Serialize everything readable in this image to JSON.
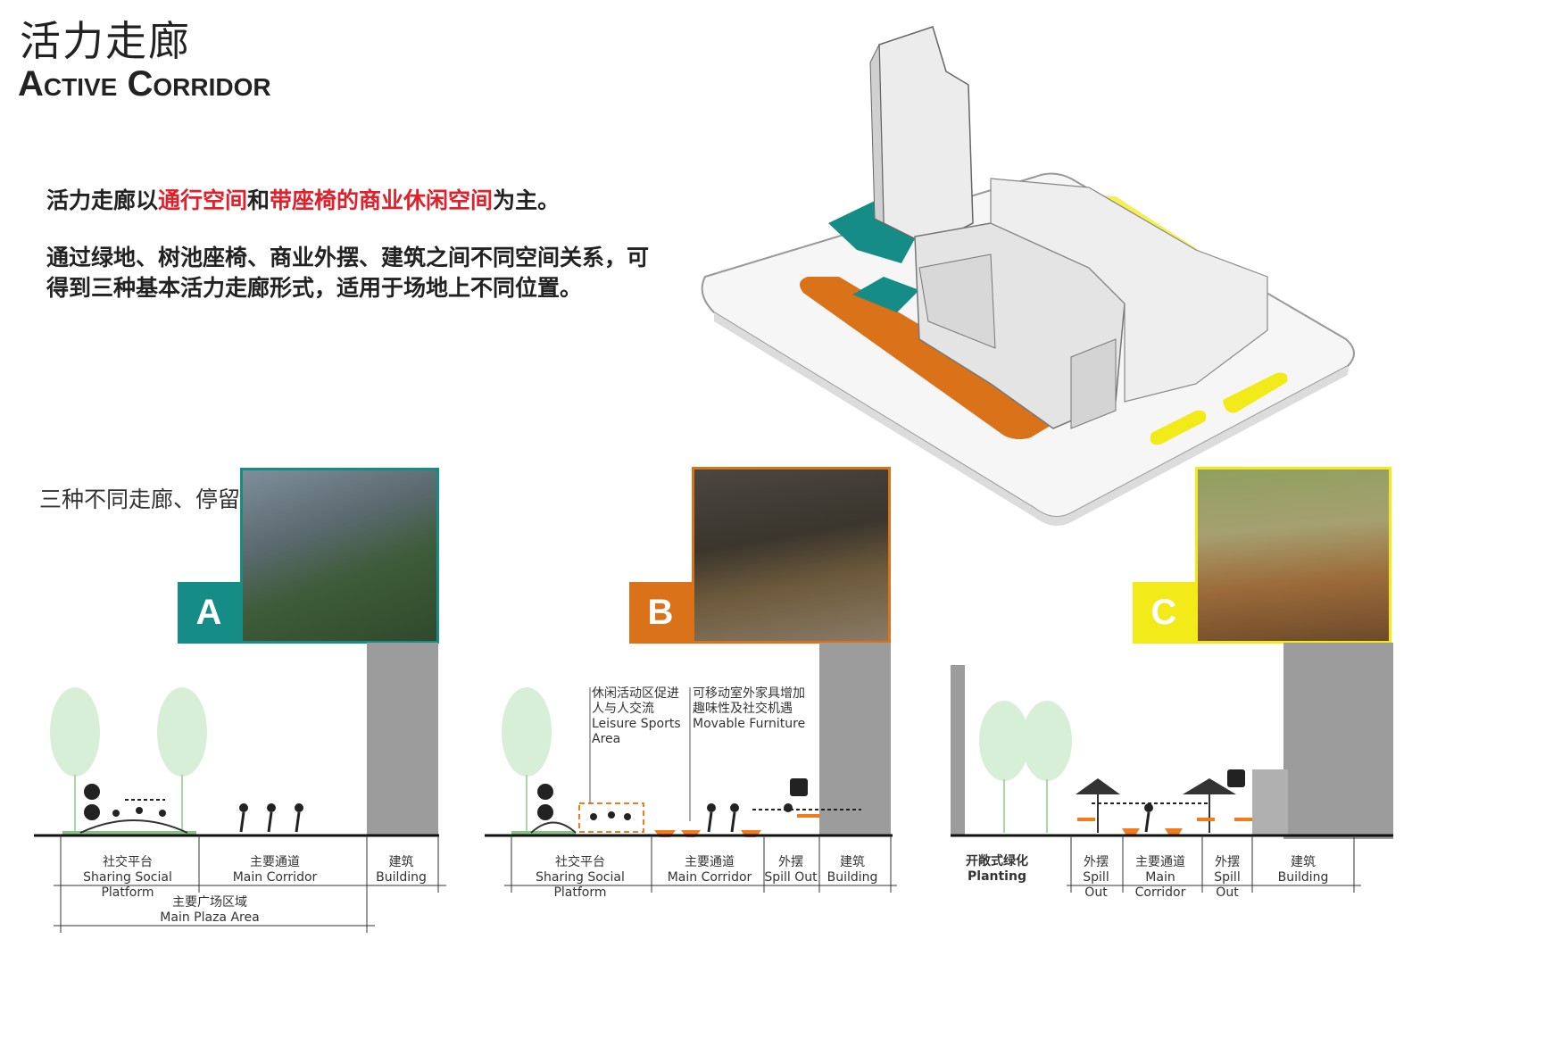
{
  "header": {
    "title_zh": "活力走廊",
    "title_en": "Active Corridor"
  },
  "intro": {
    "p1_a": "活力走廊以",
    "p1_hl1": "通行空间",
    "p1_b": "和",
    "p1_hl2": "带座椅的商业休闲空间",
    "p1_c": "为主。",
    "p2_line1": "通过绿地、树池座椅、商业外摆、建筑之间不同空间关系，可",
    "p2_line2": "得到三种基本活力走廊形式，适用于场地上不同位置。"
  },
  "subheading": "三种不同走廊、停留空间与建筑关系",
  "colors": {
    "teal": "#168c87",
    "orange": "#d97218",
    "yellow": "#f3ea1a",
    "tree": "#d6efd6",
    "building": "#9c9c9c",
    "accent_orange": "#f07c1a"
  },
  "sections": [
    {
      "badge": "A",
      "labels": [
        {
          "zh": "社交平台",
          "en": "Sharing Social Platform"
        },
        {
          "zh": "主要通道",
          "en": "Main Corridor"
        },
        {
          "zh": "建筑",
          "en": "Building"
        }
      ],
      "plaza": {
        "zh": "主要广场区域",
        "en": "Main Plaza Area"
      }
    },
    {
      "badge": "B",
      "annotations": [
        {
          "zh1": "休闲活动区促进",
          "zh2": "人与人交流",
          "en": "Leisure Sports Area"
        },
        {
          "zh1": "可移动室外家具增加",
          "zh2": "趣味性及社交机遇",
          "en": "Movable Furniture"
        }
      ],
      "labels": [
        {
          "zh": "社交平台",
          "en": "Sharing Social Platform"
        },
        {
          "zh": "主要通道",
          "en": "Main Corridor"
        },
        {
          "zh": "外摆",
          "en": "Spill Out"
        },
        {
          "zh": "建筑",
          "en": "Building"
        }
      ]
    },
    {
      "badge": "C",
      "labels": [
        {
          "zh": "开敞式绿化",
          "en": "Planting"
        },
        {
          "zh": "外摆",
          "en": "Spill Out"
        },
        {
          "zh": "主要通道",
          "en": "Main Corridor"
        },
        {
          "zh": "外摆",
          "en": "Spill Out"
        },
        {
          "zh": "建筑",
          "en": "Building"
        }
      ]
    }
  ]
}
